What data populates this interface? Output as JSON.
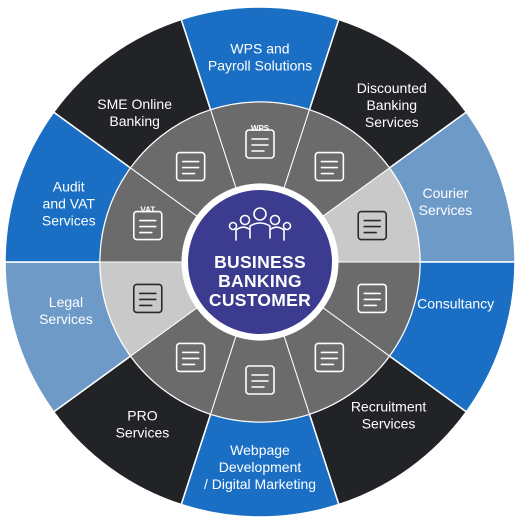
{
  "center": {
    "lines": [
      "BUSINESS",
      "BANKING",
      "CUSTOMER"
    ]
  },
  "segments": [
    {
      "label_lines": [
        "WPS and",
        "Payroll Solutions"
      ],
      "color": "#1a6fc4",
      "icon": "wps-document-icon",
      "icon_text": "WPS"
    },
    {
      "label_lines": [
        "Discounted",
        "Banking",
        "Services"
      ],
      "color": "#222326",
      "icon": "discount-tag-icon"
    },
    {
      "label_lines": [
        "Courier",
        "Services"
      ],
      "color": "#6e9ac8",
      "icon": "parcel-hand-icon"
    },
    {
      "label_lines": [
        "Consultancy"
      ],
      "color": "#1a6fc4",
      "icon": "consultation-icon"
    },
    {
      "label_lines": [
        "Recruitment",
        "Services"
      ],
      "color": "#222326",
      "icon": "magnifier-person-icon"
    },
    {
      "label_lines": [
        "Webpage",
        "Development",
        "/ Digital Marketing"
      ],
      "color": "#1a6fc4",
      "icon": "monitor-megaphone-icon"
    },
    {
      "label_lines": [
        "PRO",
        "Services"
      ],
      "color": "#222326",
      "icon": "graduate-head-icon"
    },
    {
      "label_lines": [
        "Legal",
        "Services"
      ],
      "color": "#6e9ac8",
      "icon": "legal-document-icon"
    },
    {
      "label_lines": [
        "Audit",
        "and VAT",
        "Services"
      ],
      "color": "#1a6fc4",
      "icon": "vat-document-icon",
      "icon_text": "VAT"
    },
    {
      "label_lines": [
        "SME Online",
        "Banking"
      ],
      "color": "#222326",
      "icon": "laptop-bank-icon"
    }
  ],
  "colors": {
    "ring_dark": "#222326",
    "ring_blue": "#1a6fc4",
    "ring_light": "#6e9ac8",
    "inner_ring": "#6b6b6b",
    "inner_ring_light": "#c9c9c9",
    "center_fill": "#3b3b8f",
    "text_on_dark": "#ffffff"
  }
}
